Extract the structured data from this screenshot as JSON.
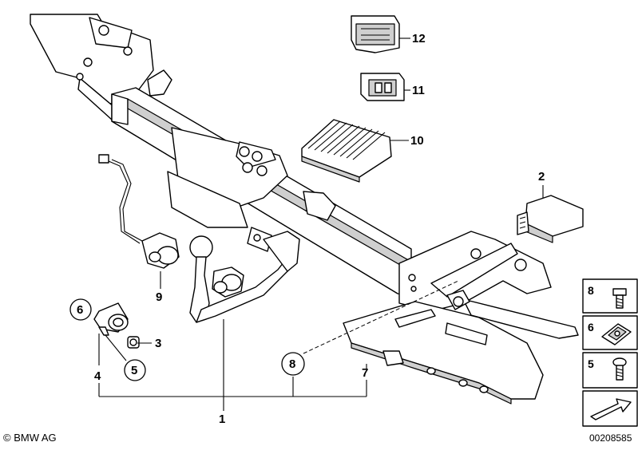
{
  "callouts": {
    "c1": "1",
    "c2": "2",
    "c3": "3",
    "c4": "4",
    "c5": "5",
    "c6": "6",
    "c7": "7",
    "c8": "8",
    "c9": "9",
    "c10": "10",
    "c11": "11",
    "c12": "12"
  },
  "legend": {
    "l8": "8",
    "l6": "6",
    "l5": "5"
  },
  "copyright": "© BMW AG",
  "diagram_id": "00208585"
}
